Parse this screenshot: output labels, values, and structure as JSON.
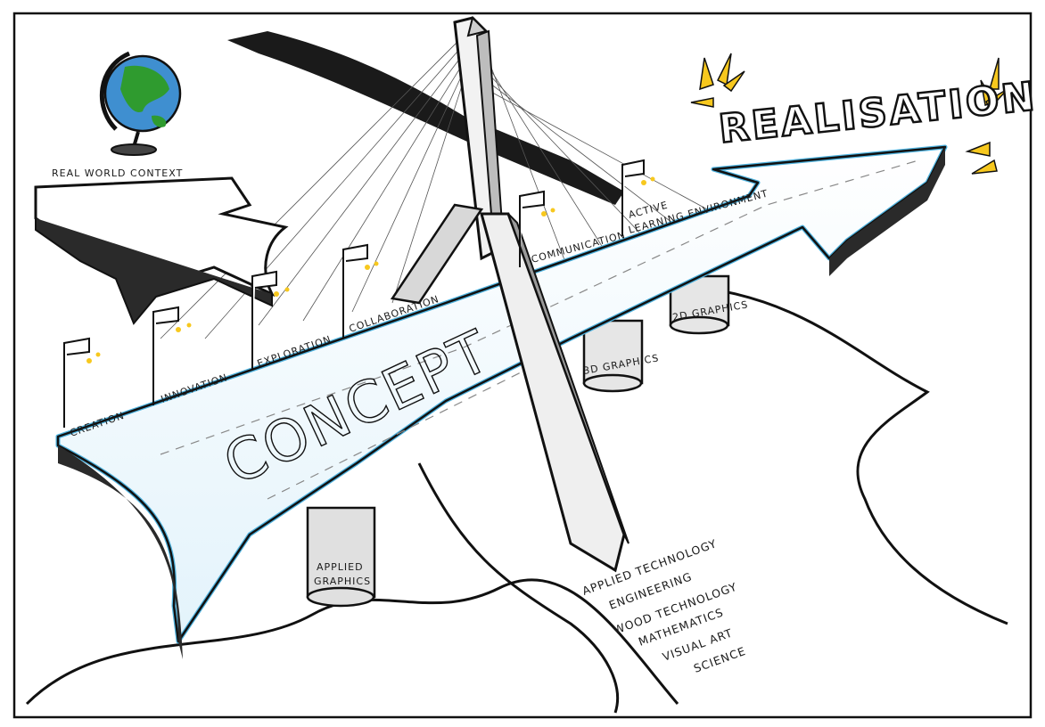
{
  "diagram": {
    "title": "REALISATION",
    "main_label": "CONCEPT",
    "context_label": "REAL WORLD CONTEXT",
    "stages": [
      "CREATION",
      "INNOVATION",
      "EXPLORATION",
      "COLLABORATION",
      "COMMUNICATION",
      "ACTIVE",
      "LEARNING ENVIRONMENT"
    ],
    "pillars": [
      "APPLIED",
      "GRAPHICS",
      "3D GRAPHICS",
      "2D GRAPHICS"
    ],
    "subjects": [
      "APPLIED TECHNOLOGY",
      "ENGINEERING",
      "WOOD TECHNOLOGY",
      "MATHEMATICS",
      "VISUAL ART",
      "SCIENCE"
    ],
    "colors": {
      "road": "#eaf6fc",
      "road_edge": "#4fb3df",
      "globe_land": "#2f9b2f",
      "globe_water": "#3f8fd0",
      "burst": "#f7c81e",
      "ink": "#1a1a1a",
      "shade": "#cfcfcf"
    },
    "icons": [
      "globe-icon",
      "street-lamp-icon",
      "burst-icon"
    ]
  }
}
